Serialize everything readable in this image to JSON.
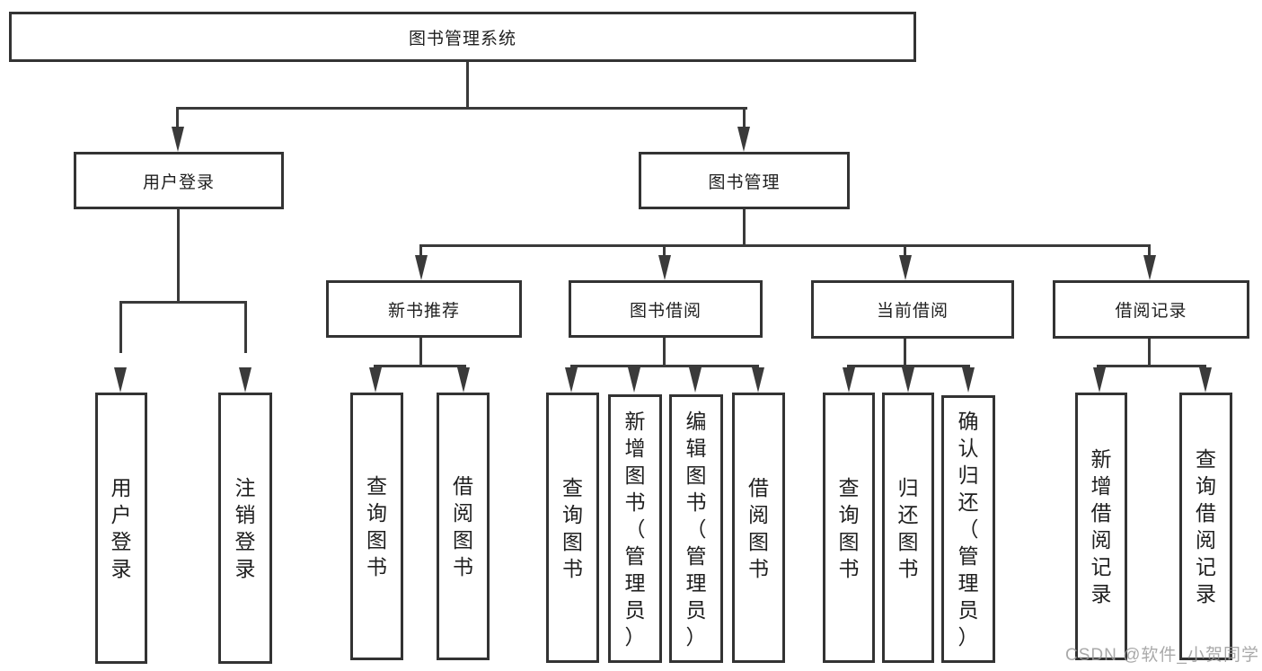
{
  "tree": {
    "root": {
      "label": "图书管理系统"
    },
    "branches": [
      {
        "label": "用户登录",
        "children": [
          {
            "label": "用户登录"
          },
          {
            "label": "注销登录"
          }
        ]
      },
      {
        "label": "图书管理",
        "children": [
          {
            "label": "新书推荐",
            "children": [
              {
                "label": "查询图书"
              },
              {
                "label": "借阅图书"
              }
            ]
          },
          {
            "label": "图书借阅",
            "children": [
              {
                "label": "查询图书"
              },
              {
                "label": "新增图书（管理员）"
              },
              {
                "label": "编辑图书（管理员）"
              },
              {
                "label": "借阅图书"
              }
            ]
          },
          {
            "label": "当前借阅",
            "children": [
              {
                "label": "查询图书"
              },
              {
                "label": "归还图书"
              },
              {
                "label": "确认归还（管理员）"
              }
            ]
          },
          {
            "label": "借阅记录",
            "children": [
              {
                "label": "新增借阅记录"
              },
              {
                "label": "查询借阅记录"
              }
            ]
          }
        ]
      }
    ]
  },
  "watermark": {
    "text": "CSDN @软件_小贺同学"
  },
  "colors": {
    "line": "#3a3a3a",
    "box_border": "#333333",
    "text": "#1f1f1f",
    "watermark": "#9b9b9b",
    "background": "#ffffff"
  }
}
